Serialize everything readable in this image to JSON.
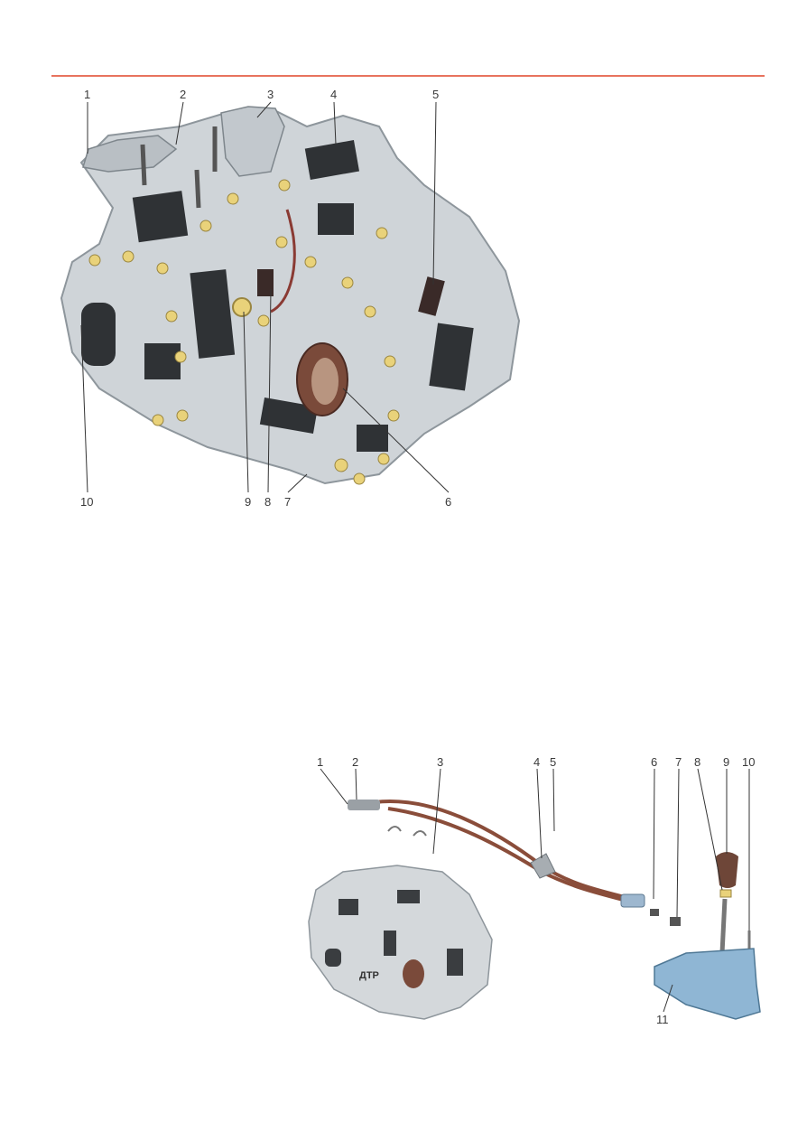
{
  "colors": {
    "rule": "#e8735e",
    "housing": "#cfd4d8",
    "housing_dark": "#2f3235",
    "bolt": "#e9d27a",
    "seal": "#7a4a3a",
    "cable": "#8a4d3a",
    "lever_base": "#8fb6d4",
    "knob": "#6e4638"
  },
  "figure_top": {
    "callouts": [
      "1",
      "2",
      "3",
      "4",
      "5",
      "6",
      "7",
      "8",
      "9",
      "10"
    ]
  },
  "figure_bottom": {
    "callouts": [
      "1",
      "2",
      "3",
      "4",
      "5",
      "6",
      "7",
      "8",
      "9",
      "10",
      "11"
    ],
    "case_marking": "ДТР"
  }
}
